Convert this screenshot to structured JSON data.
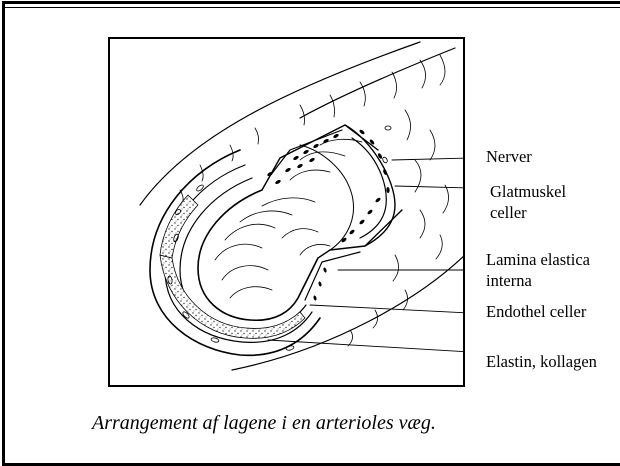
{
  "labels": {
    "nerver": "Nerver",
    "glatmuskel_line1": "Glatmuskel",
    "glatmuskel_line2": "celler",
    "lamina_line1": "Lamina elastica",
    "lamina_line2": "interna",
    "endothel": "Endothel celler",
    "elastin": "Elastin, kollagen"
  },
  "caption": "Arrangement af lagene i en arterioles væg."
}
